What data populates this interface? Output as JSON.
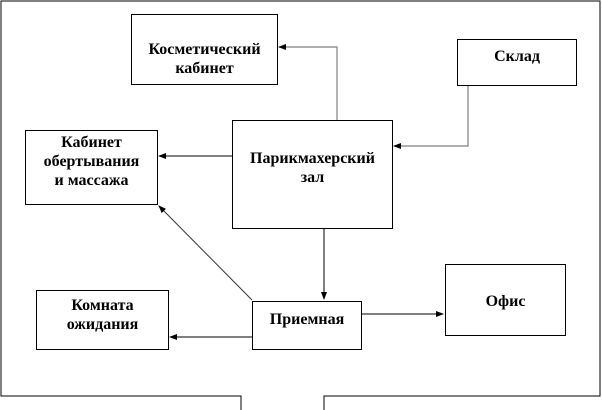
{
  "diagram": {
    "nodes": {
      "cosmetic": "Косметический\nкабинет",
      "storage": "Склад",
      "wrap_massage": "Кабинет\nобертывания\nи массажа",
      "hair_salon": "Парикмахерский\nзал",
      "waiting_room": "Комната\nожидания",
      "reception": "Приемная",
      "office": "Офис"
    },
    "edges": [
      {
        "from": "hair_salon",
        "to": "cosmetic"
      },
      {
        "from": "storage",
        "to": "hair_salon"
      },
      {
        "from": "hair_salon",
        "to": "wrap_massage"
      },
      {
        "from": "hair_salon",
        "to": "reception"
      },
      {
        "from": "reception",
        "to": "wrap_massage"
      },
      {
        "from": "reception",
        "to": "waiting_room"
      },
      {
        "from": "reception",
        "to": "office"
      }
    ],
    "colors": {
      "line": "#000000",
      "gray_line": "#7f7f7f"
    }
  }
}
